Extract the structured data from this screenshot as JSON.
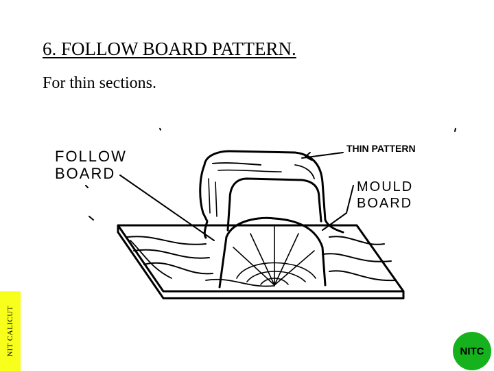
{
  "slide": {
    "title": "6. FOLLOW BOARD PATTERN.",
    "subtitle": "For thin sections."
  },
  "figure": {
    "labels": {
      "follow_board_line1": "FOLLOW",
      "follow_board_line2": "BOARD",
      "thin_pattern": "THIN PATTERN",
      "mould_board_line1": "MOULD",
      "mould_board_line2": "BOARD"
    }
  },
  "footer": {
    "institute_banner": "NIT CALICUT",
    "logo_text": "NITC"
  },
  "colors": {
    "banner": "#f7ff1a",
    "logo": "#16b21e"
  }
}
